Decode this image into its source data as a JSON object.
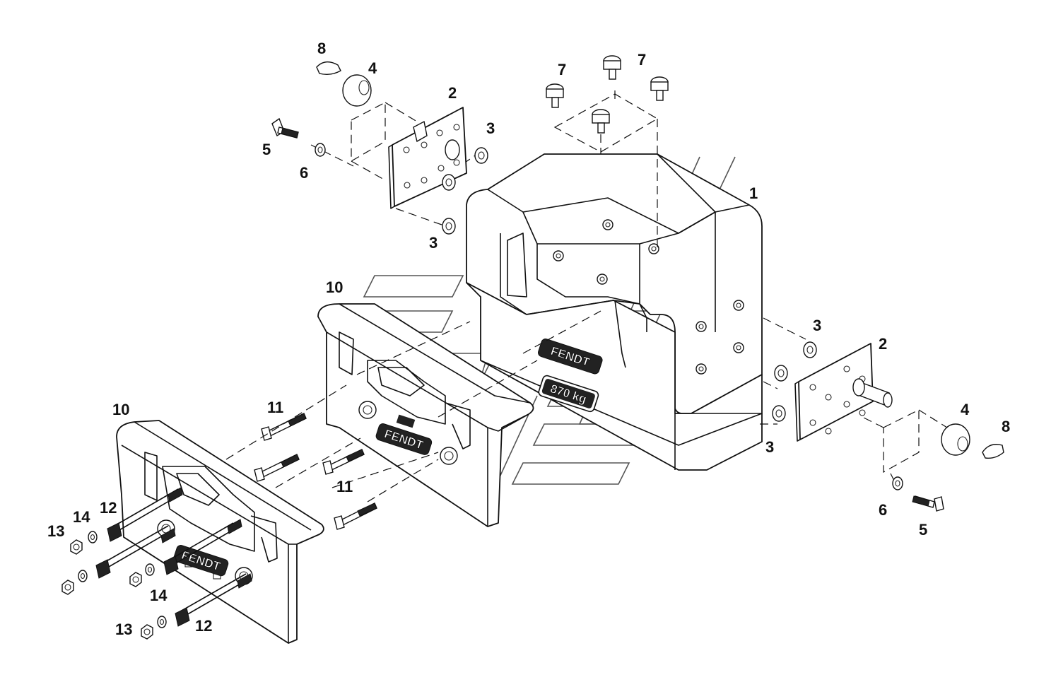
{
  "diagram": {
    "labels": [
      {
        "id": "c1",
        "text": "1"
      },
      {
        "id": "c2a",
        "text": "2"
      },
      {
        "id": "c2b",
        "text": "2"
      },
      {
        "id": "c3a",
        "text": "3"
      },
      {
        "id": "c3b",
        "text": "3"
      },
      {
        "id": "c3c",
        "text": "3"
      },
      {
        "id": "c3d",
        "text": "3"
      },
      {
        "id": "c4a",
        "text": "4"
      },
      {
        "id": "c4b",
        "text": "4"
      },
      {
        "id": "c5a",
        "text": "5"
      },
      {
        "id": "c5b",
        "text": "5"
      },
      {
        "id": "c6a",
        "text": "6"
      },
      {
        "id": "c6b",
        "text": "6"
      },
      {
        "id": "c7a",
        "text": "7"
      },
      {
        "id": "c7b",
        "text": "7"
      },
      {
        "id": "c8a",
        "text": "8"
      },
      {
        "id": "c8b",
        "text": "8"
      },
      {
        "id": "c10a",
        "text": "10"
      },
      {
        "id": "c10b",
        "text": "10"
      },
      {
        "id": "c11a",
        "text": "11"
      },
      {
        "id": "c11b",
        "text": "11"
      },
      {
        "id": "c12a",
        "text": "12"
      },
      {
        "id": "c12b",
        "text": "12"
      },
      {
        "id": "c13a",
        "text": "13"
      },
      {
        "id": "c13b",
        "text": "13"
      },
      {
        "id": "c14a",
        "text": "14"
      },
      {
        "id": "c14b",
        "text": "14"
      }
    ],
    "brand_plates": [
      {
        "id": "logo-main",
        "text": "FENDT"
      },
      {
        "id": "logo-mid",
        "text": "FENDT"
      },
      {
        "id": "logo-front",
        "text": "FENDT"
      }
    ],
    "weight_plate": "870 kg"
  },
  "colors": {
    "line": "#111111",
    "background": "#ffffff",
    "watermark": "#555555"
  }
}
